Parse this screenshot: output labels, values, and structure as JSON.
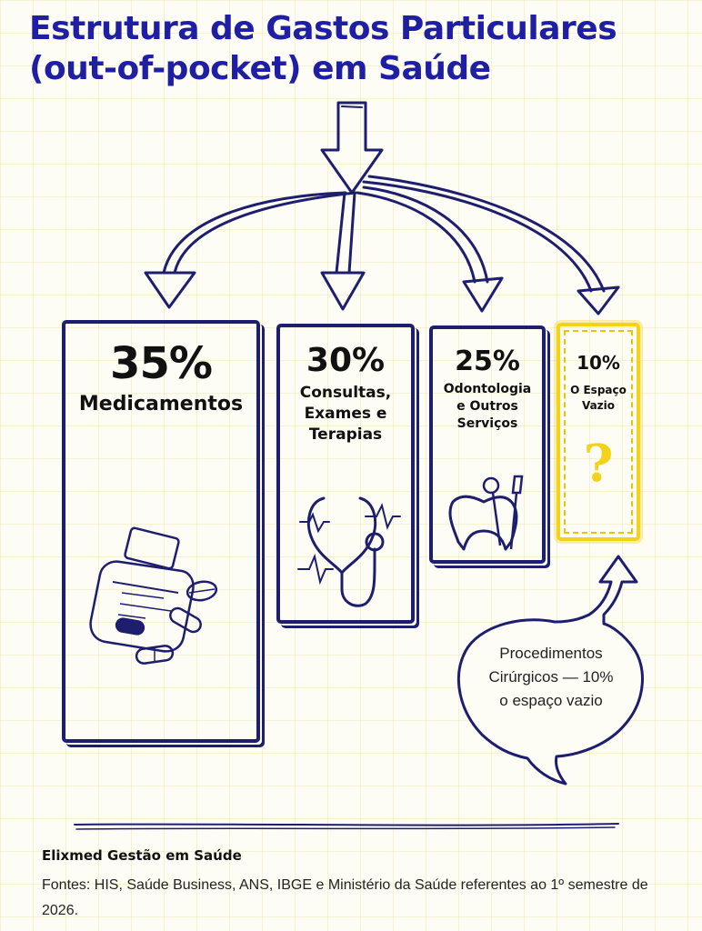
{
  "title": "Estrutura de Gastos Particulares (out-of-pocket) em Saúde",
  "categories": [
    {
      "percent": "35%",
      "label": "Medicamentos"
    },
    {
      "percent": "30%",
      "label": "Consultas,\nExames e\nTerapias"
    },
    {
      "percent": "25%",
      "label": "Odontologia\ne Outros\nServiços"
    },
    {
      "percent": "10%",
      "label": "O Espaço\nVazio"
    }
  ],
  "empty_mark": "?",
  "callout": "Procedimentos\nCirúrgicos — 10%\no espaço vazio",
  "footer": {
    "org": "Elixmed Gestão em Saúde",
    "sources": "Fontes: HIS, Saúde Business, ANS, IBGE e Ministério da Saúde referentes ao 1º semestre de 2026."
  },
  "colors": {
    "title": "#1f1fa6",
    "ink": "#1e1e6e",
    "highlight": "#f3d21c"
  },
  "icons": [
    "medicine-bottle-icon",
    "pills-icon",
    "stethoscope-icon",
    "tooth-icon",
    "dental-mirror-icon",
    "toothbrush-icon",
    "question-mark-icon"
  ]
}
